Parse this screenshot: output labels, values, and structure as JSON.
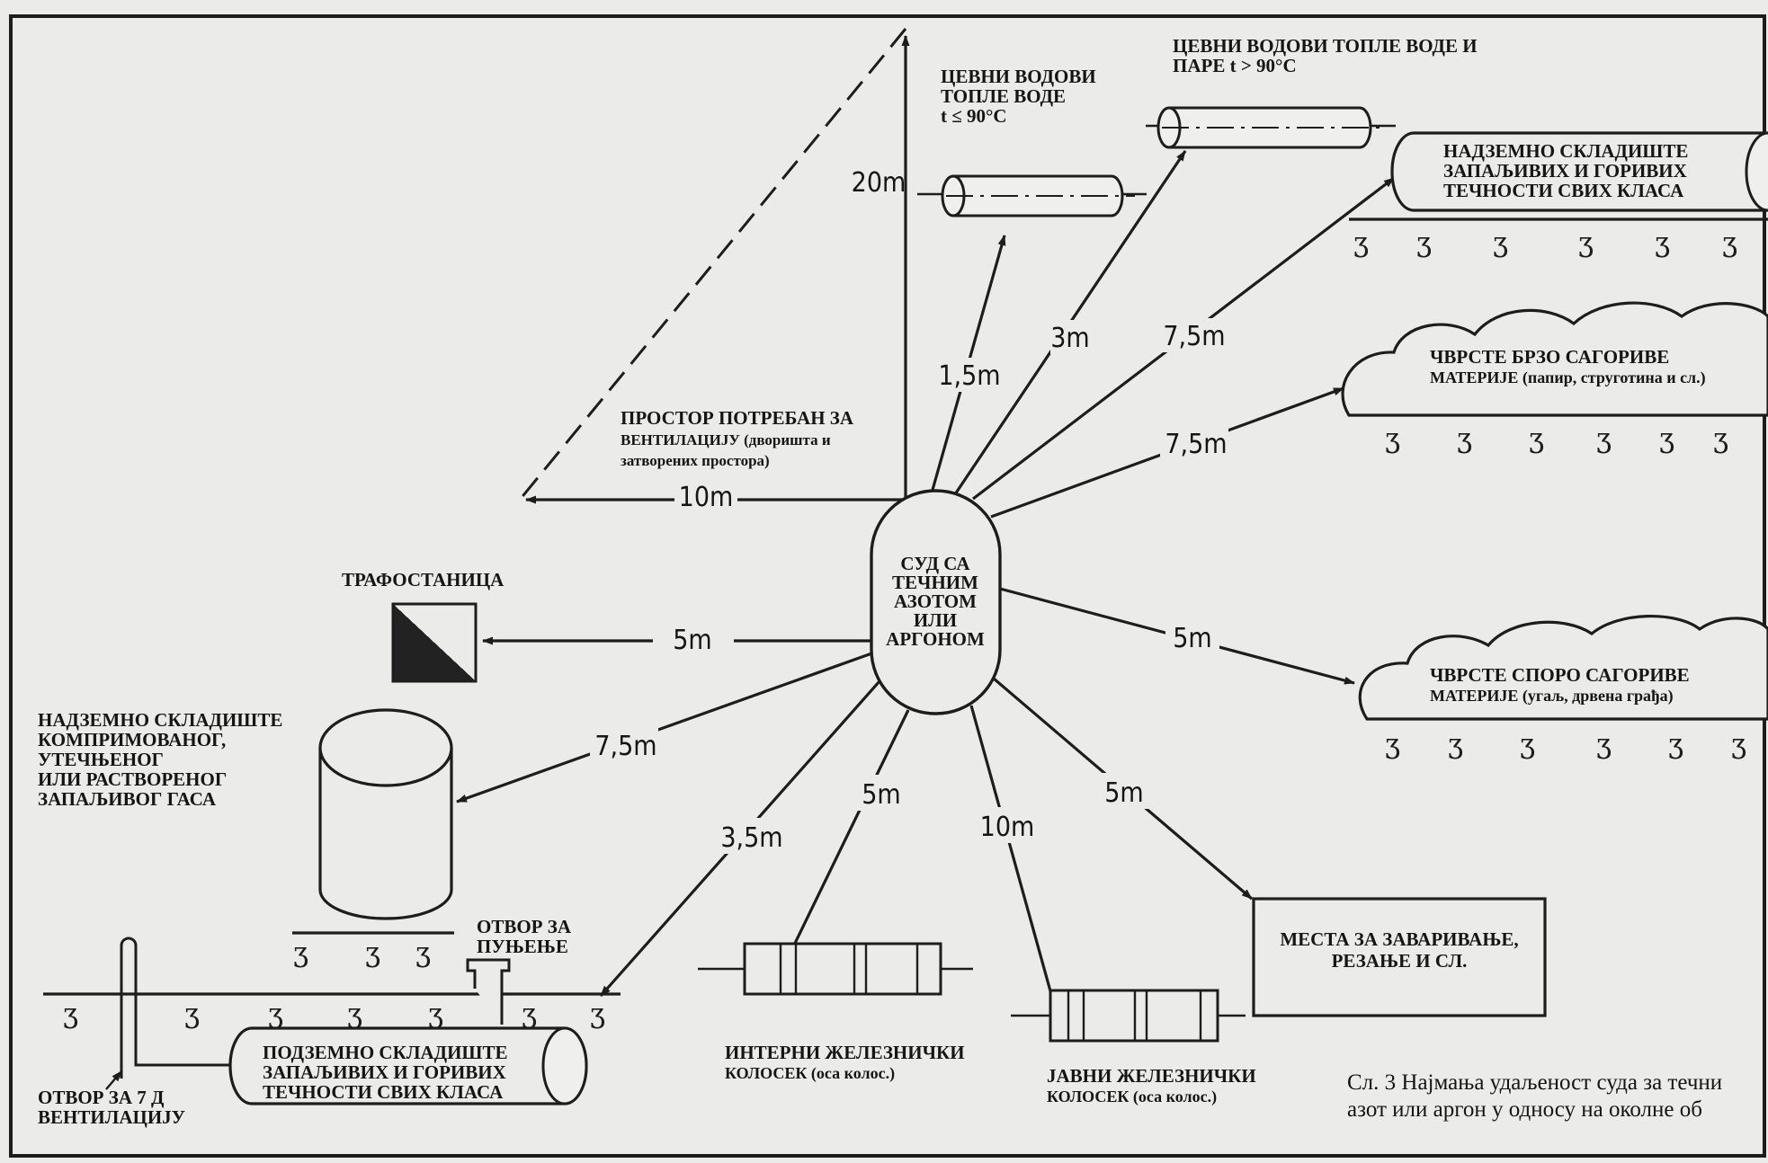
{
  "center": {
    "lines": [
      "СУД СА",
      "ТЕЧНИМ",
      "АЗОТОМ",
      "ИЛИ",
      "АРГОНОМ"
    ]
  },
  "objects": {
    "hot_pipes_low": [
      "ЦЕВНИ ВОДОВИ",
      "ТОПЛЕ ВОДЕ",
      "t ≤ 90°C"
    ],
    "hot_pipes_high": [
      "ЦЕВНИ ВОДОВИ ТОПЛЕ ВОДЕ И",
      "ПАРЕ t > 90°C"
    ],
    "above_storage_liquids": [
      "НАДЗЕМНО СКЛАДИШТЕ",
      "ЗАПАЉИВИХ И ГОРИВИХ",
      "ТЕЧНОСТИ СВИХ КЛАСА"
    ],
    "fast_combustible": [
      "ЧВРСТЕ БРЗО САГОРИВЕ",
      "МАТЕРИЈЕ (папир, струготина и сл.)"
    ],
    "slow_combustible": [
      "ЧВРСТЕ СПОРО САГОРИВЕ",
      "МАТЕРИЈЕ (угаљ, дрвена грађа)"
    ],
    "ventilation_space": [
      "ПРОСТОР ПОТРЕБАН ЗА",
      "ВЕНТИЛАЦИЈУ (дворишта и",
      "затворених простора)"
    ],
    "transformer": "ТРАФОСТАНИЦА",
    "gas_storage": [
      "НАДЗЕМНО СКЛАДИШТЕ",
      "КОМПРИМОВАНОГ,",
      "УТЕЧЊЕНОГ",
      "ИЛИ РАСТВОРЕНОГ",
      "ЗАПАЉИВОГ ГАСА"
    ],
    "fill_opening": [
      "ОТВОР ЗА",
      "ПУЊЕЊЕ"
    ],
    "underground_storage": [
      "ПОДЗЕМНО СКЛАДИШТЕ",
      "ЗАПАЉИВИХ И ГОРИВИХ",
      "ТЕЧНОСТИ СВИХ КЛАСА"
    ],
    "vent_opening": [
      "ОТВОР ЗА 7 Д",
      "ВЕНТИЛАЦИЈУ"
    ],
    "internal_rail": [
      "ИНТЕРНИ ЖЕЛЕЗНИЧКИ",
      "КОЛОСЕК (оса колос.)"
    ],
    "public_rail": [
      "ЈАВНИ ЖЕЛЕЗНИЧКИ",
      "КОЛОСЕК (оса колос.)"
    ],
    "welding": [
      "МЕСТА ЗА ЗАВАРИВАЊЕ,",
      "РЕЗАЊЕ И СЛ."
    ]
  },
  "distances": {
    "vertical": "20m",
    "pipes_low": "1,5m",
    "pipes_high": "3m",
    "above_storage": "7,5m",
    "fast_combustible": "7,5m",
    "ventilation": "10m",
    "transformer": "5m",
    "slow_combustible": "5m",
    "gas_storage": "7,5m",
    "underground": "3,5m",
    "internal_rail": "5m",
    "public_rail": "10m",
    "welding": "5m"
  },
  "caption": [
    "Сл. 3 Најмања удаљеност суда за течни",
    "азот или аргон у односу на околне об"
  ]
}
